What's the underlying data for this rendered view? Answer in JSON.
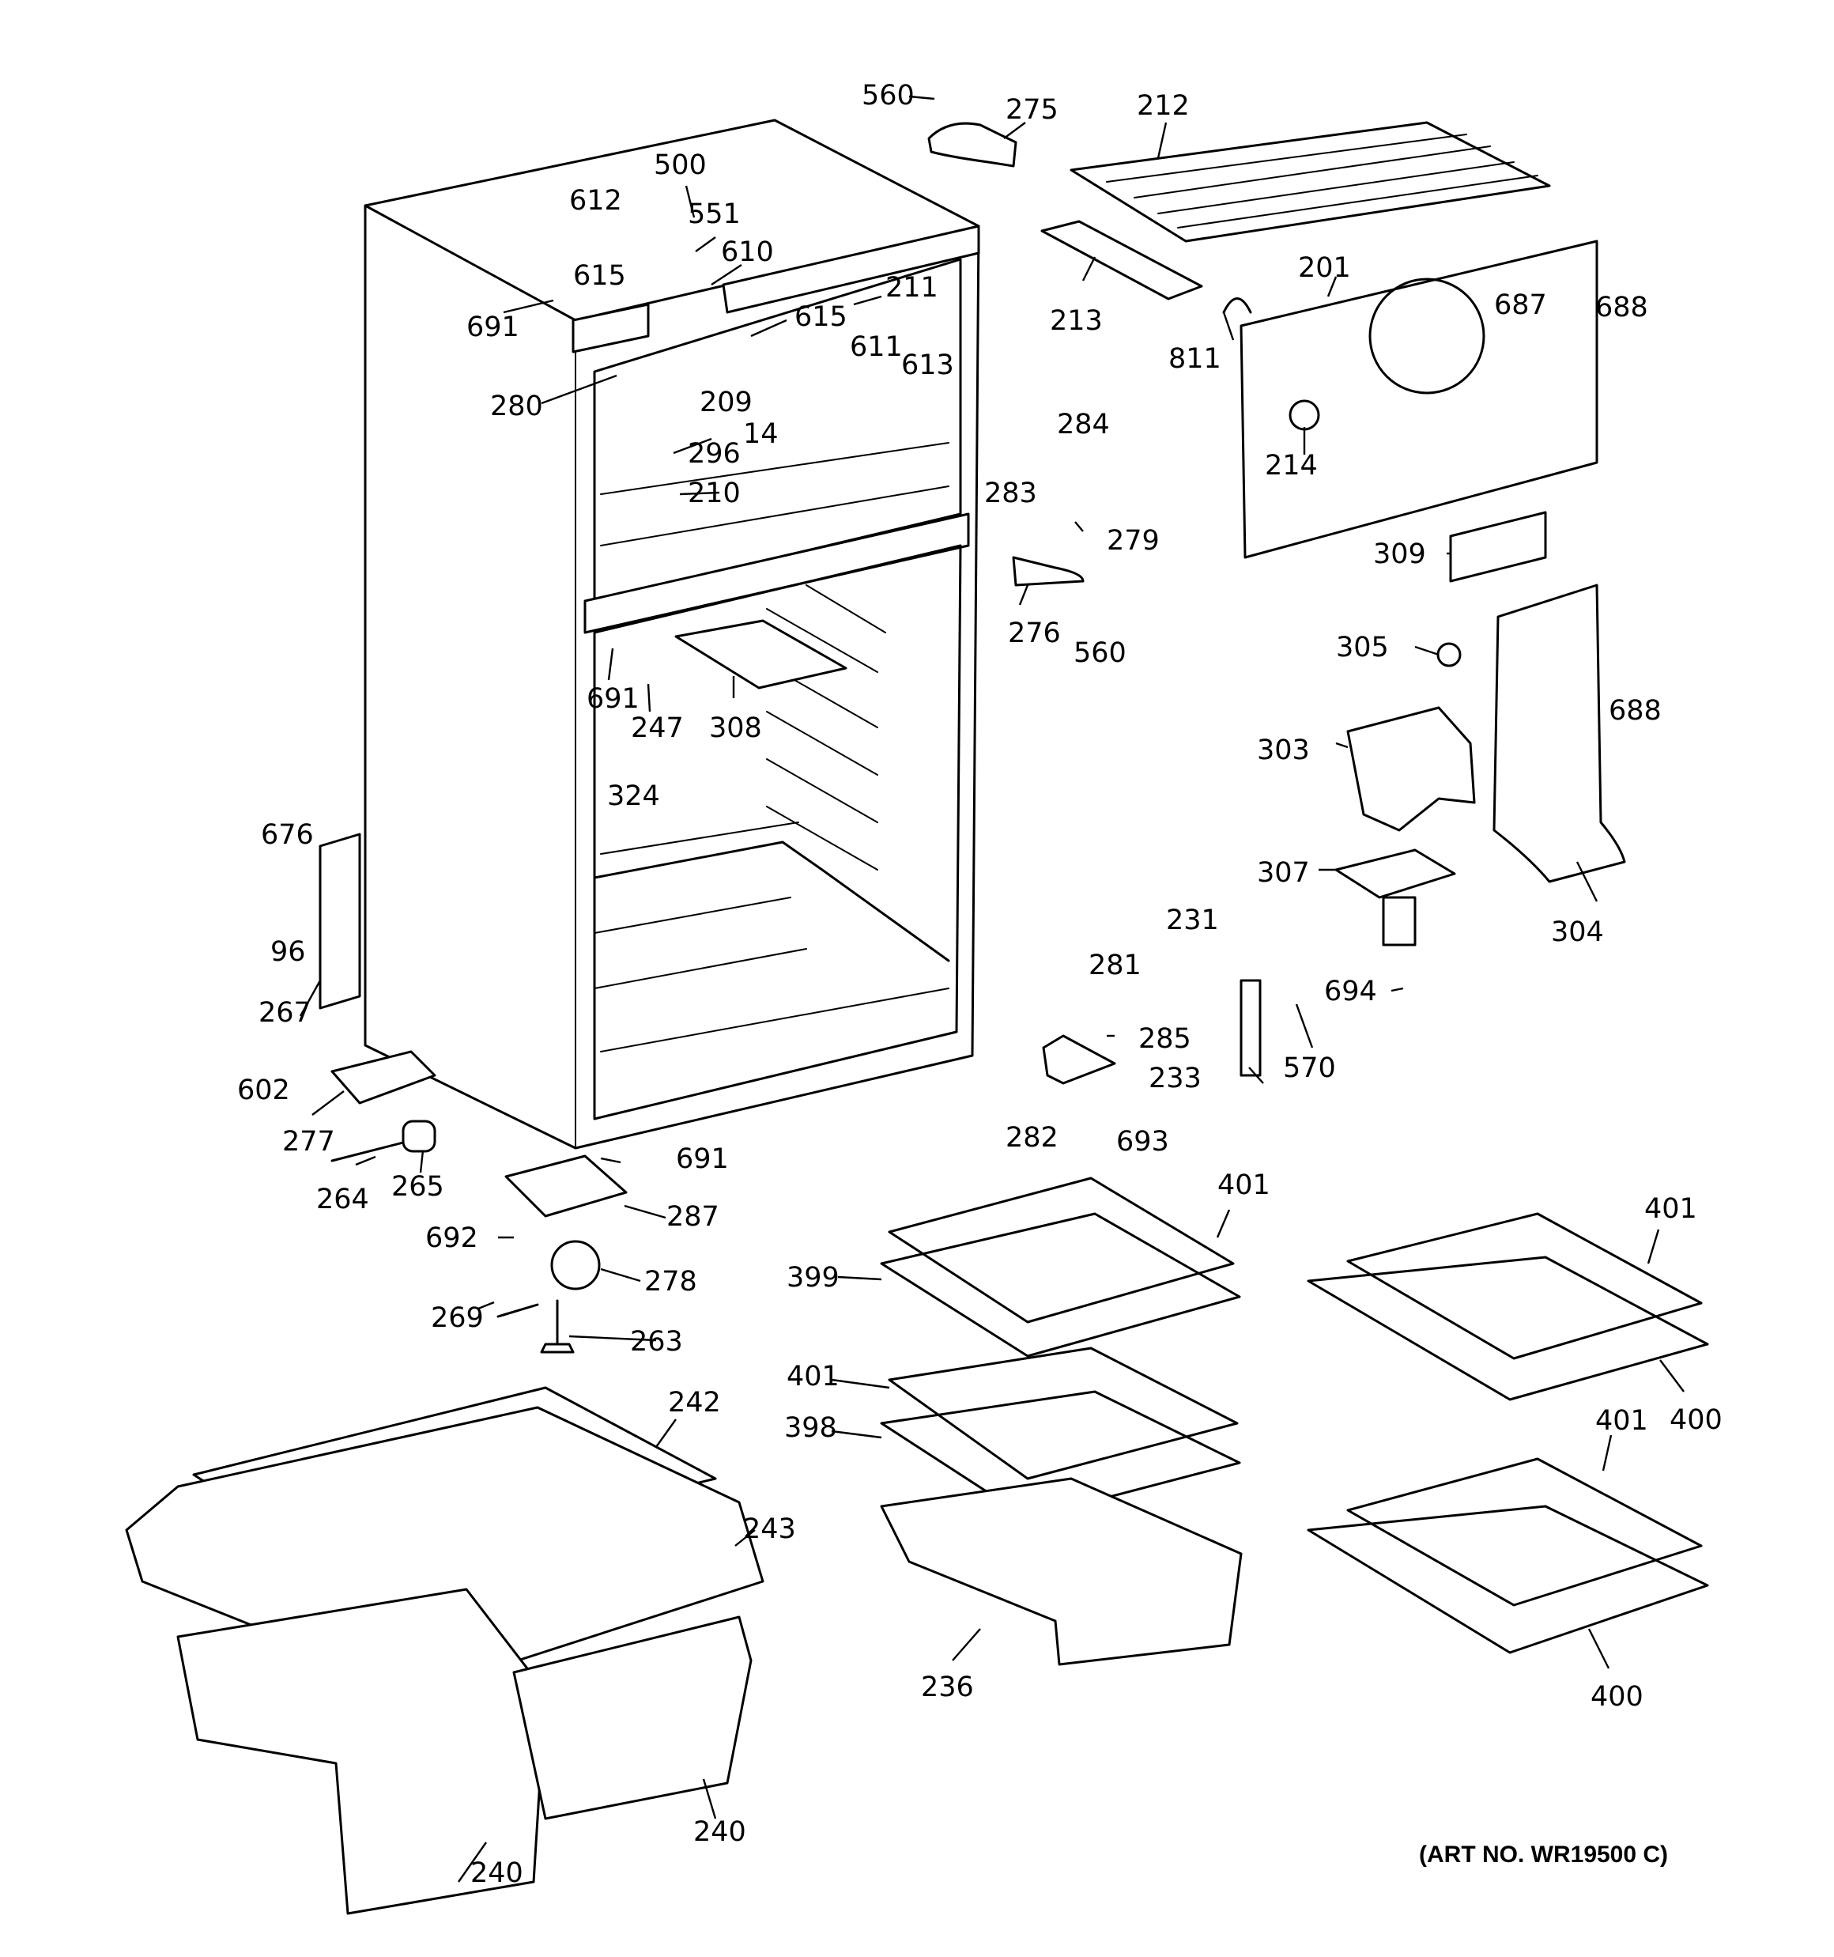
{
  "art_number": "(ART NO. WR19500 C)",
  "labels": [
    {
      "id": "560-top",
      "text": "560"
    },
    {
      "id": "275",
      "text": "275"
    },
    {
      "id": "212",
      "text": "212"
    },
    {
      "id": "500",
      "text": "500"
    },
    {
      "id": "612",
      "text": "612"
    },
    {
      "id": "551",
      "text": "551"
    },
    {
      "id": "610",
      "text": "610"
    },
    {
      "id": "615-a",
      "text": "615"
    },
    {
      "id": "691-top",
      "text": "691"
    },
    {
      "id": "615-b",
      "text": "615"
    },
    {
      "id": "211",
      "text": "211"
    },
    {
      "id": "611",
      "text": "611"
    },
    {
      "id": "613",
      "text": "613"
    },
    {
      "id": "213",
      "text": "213"
    },
    {
      "id": "201",
      "text": "201"
    },
    {
      "id": "687",
      "text": "687"
    },
    {
      "id": "688-top",
      "text": "688"
    },
    {
      "id": "811",
      "text": "811"
    },
    {
      "id": "280",
      "text": "280"
    },
    {
      "id": "209",
      "text": "209"
    },
    {
      "id": "14",
      "text": "14"
    },
    {
      "id": "296",
      "text": "296"
    },
    {
      "id": "210",
      "text": "210"
    },
    {
      "id": "284",
      "text": "284"
    },
    {
      "id": "214",
      "text": "214"
    },
    {
      "id": "283",
      "text": "283"
    },
    {
      "id": "279",
      "text": "279"
    },
    {
      "id": "309",
      "text": "309"
    },
    {
      "id": "276",
      "text": "276"
    },
    {
      "id": "560-mid",
      "text": "560"
    },
    {
      "id": "305",
      "text": "305"
    },
    {
      "id": "691-mid",
      "text": "691"
    },
    {
      "id": "247",
      "text": "247"
    },
    {
      "id": "308",
      "text": "308"
    },
    {
      "id": "688-mid",
      "text": "688"
    },
    {
      "id": "303",
      "text": "303"
    },
    {
      "id": "324",
      "text": "324"
    },
    {
      "id": "676",
      "text": "676"
    },
    {
      "id": "307",
      "text": "307"
    },
    {
      "id": "304",
      "text": "304"
    },
    {
      "id": "96",
      "text": "96"
    },
    {
      "id": "231",
      "text": "231"
    },
    {
      "id": "281",
      "text": "281"
    },
    {
      "id": "694",
      "text": "694"
    },
    {
      "id": "267",
      "text": "267"
    },
    {
      "id": "285",
      "text": "285"
    },
    {
      "id": "570",
      "text": "570"
    },
    {
      "id": "233",
      "text": "233"
    },
    {
      "id": "602",
      "text": "602"
    },
    {
      "id": "282",
      "text": "282"
    },
    {
      "id": "693",
      "text": "693"
    },
    {
      "id": "277",
      "text": "277"
    },
    {
      "id": "691-low",
      "text": "691"
    },
    {
      "id": "264",
      "text": "264"
    },
    {
      "id": "265",
      "text": "265"
    },
    {
      "id": "287",
      "text": "287"
    },
    {
      "id": "401-a",
      "text": "401"
    },
    {
      "id": "401-b",
      "text": "401"
    },
    {
      "id": "692",
      "text": "692"
    },
    {
      "id": "278",
      "text": "278"
    },
    {
      "id": "399",
      "text": "399"
    },
    {
      "id": "269",
      "text": "269"
    },
    {
      "id": "263",
      "text": "263"
    },
    {
      "id": "401-c",
      "text": "401"
    },
    {
      "id": "400-a",
      "text": "400"
    },
    {
      "id": "242",
      "text": "242"
    },
    {
      "id": "398",
      "text": "398"
    },
    {
      "id": "401-d",
      "text": "401"
    },
    {
      "id": "243",
      "text": "243"
    },
    {
      "id": "236",
      "text": "236"
    },
    {
      "id": "400-b",
      "text": "400"
    },
    {
      "id": "240-a",
      "text": "240"
    },
    {
      "id": "240-b",
      "text": "240"
    }
  ]
}
